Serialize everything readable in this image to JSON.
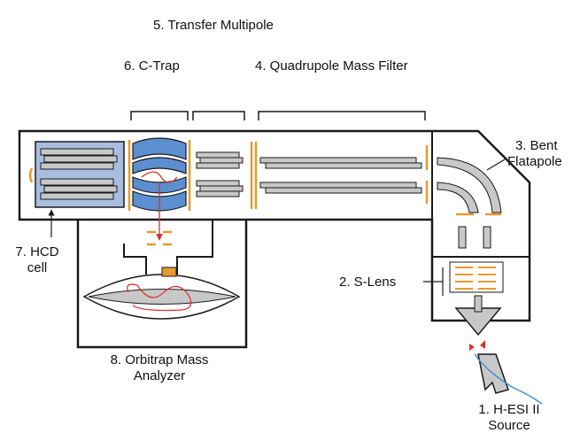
{
  "labels": {
    "transfer_multipole": "5. Transfer Multipole",
    "c_trap": "6. C-Trap",
    "quadrupole": "4. Quadrupole Mass Filter",
    "bent_flatapole_line1": "3. Bent",
    "bent_flatapole_line2": "Flatapole",
    "hcd_line1": "7. HCD",
    "hcd_line2": "cell",
    "s_lens": "2. S-Lens",
    "orbitrap_line1": "8. Orbitrap Mass",
    "orbitrap_line2": "Analyzer",
    "source_line1": "1. H-ESI II",
    "source_line2": "Source"
  },
  "colors": {
    "outline": "#1a1a1a",
    "rod_fill": "#c8c8c8",
    "orange": "#e89a2c",
    "hcd_blue": "#a9bde0",
    "ctrap_blue": "#5b8fd0",
    "ion_path": "#d9302c",
    "spray_blue": "#3a8fd6"
  }
}
